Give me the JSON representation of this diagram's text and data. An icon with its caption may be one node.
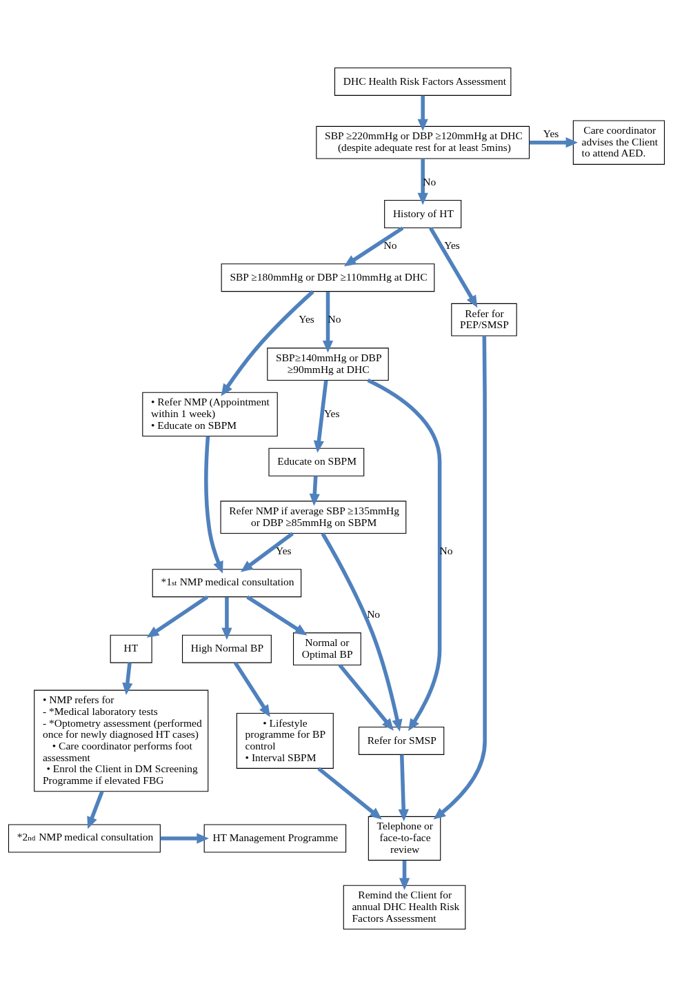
{
  "diagram": {
    "nodes": [
      {
        "text": [
          "DHC Health Risk Factors Assessment"
        ]
      },
      {
        "text": [
          "SBP ≥220mmHg or DBP ≥120mmHg at DHC",
          "(despite adequate rest for at least 5mins)"
        ]
      },
      {
        "text": [
          "Care coordinator advises the Client to attend AED."
        ]
      },
      {
        "text": [
          "History of HT"
        ]
      },
      {
        "text": [
          "SBP ≥180mmHg or DBP ≥110mmHg at DHC"
        ]
      },
      {
        "text": [
          "• Refer NMP (Appointment within 1 week)",
          "• Educate on SBPM"
        ]
      },
      {
        "text": [
          "SBP≥140mmHg or DBP ≥90mmHg at DHC"
        ]
      },
      {
        "text": [
          "Educate on SBPM"
        ]
      },
      {
        "text": [
          "Refer NMP if average SBP ≥135mmHg or DBP ≥85mmHg on SBPM"
        ]
      },
      {
        "text": [
          "*1$^{st}$ NMP medical consultation"
        ]
      },
      {
        "text": [
          "Refer for PEP/SMSP"
        ]
      },
      {
        "text": [
          "HT"
        ]
      },
      {
        "text": [
          "High Normal BP"
        ]
      },
      {
        "text": [
          "Normal or Optimal BP"
        ]
      },
      {
        "text": [
          "• NMP refers for",
          "- *Medical laboratory tests",
          "- *Optometry assessment (performed once for newly diagnosed HT cases)",
          "• Care coordinator performs foot assessment",
          "• Enrol the Client in DM Screening Programme if elevated FBG"
        ]
      },
      {
        "text": [
          "Refer for SMSP"
        ]
      },
      {
        "text": [
          "Telephone or face-to-face review"
        ]
      },
      {
        "text": [
          "• Lifestyle programme for BP control",
          "• Interval SBPM"
        ]
      },
      {
        "text": [
          "*2$^{nd}$ NMP medical consultation"
        ]
      },
      {
        "text": [
          "HT Management Programme"
        ]
      },
      {
        "text": [
          "Remind the Client for annual DHC Health Risk Factors Assessment"
        ]
      }
    ],
    "edges": [
      {
        "from": 0,
        "to": 1,
        "arrow": "to"
      },
      {
        "from": 1,
        "to": 2,
        "arrow": "to",
        "label": "Yes"
      },
      {
        "from": 1,
        "to": 3,
        "arrow": "to",
        "label": "No"
      },
      {
        "from": 3,
        "to": 4,
        "arrow": "to",
        "label": "No"
      },
      {
        "from": 3,
        "to": 10,
        "arrow": "to",
        "label": "Yes"
      },
      {
        "from": 4,
        "to": 5,
        "arrow": "to",
        "label": "Yes"
      },
      {
        "from": 4,
        "to": 6,
        "arrow": "to",
        "label": "No"
      },
      {
        "from": 6,
        "to": 7,
        "arrow": "to",
        "label": "Yes"
      },
      {
        "from": 6,
        "to": 15,
        "arrow": "to",
        "label": "No"
      },
      {
        "from": 7,
        "to": 8,
        "arrow": "to"
      },
      {
        "from": 8,
        "to": 9,
        "arrow": "to",
        "label": "Yes"
      },
      {
        "from": 8,
        "to": 15,
        "arrow": "to",
        "label": "No"
      },
      {
        "from": 5,
        "to": 9,
        "arrow": "to"
      },
      {
        "from": 9,
        "to": 11,
        "arrow": "to"
      },
      {
        "from": 9,
        "to": 12,
        "arrow": "to"
      },
      {
        "from": 9,
        "to": 13,
        "arrow": "to"
      },
      {
        "from": 11,
        "to": 14,
        "arrow": "to"
      },
      {
        "from": 12,
        "to": 17,
        "arrow": "to"
      },
      {
        "from": 13,
        "to": 15,
        "arrow": "to"
      },
      {
        "from": 15,
        "to": 16,
        "arrow": "to"
      },
      {
        "from": 17,
        "to": 16,
        "arrow": "to"
      },
      {
        "from": 10,
        "to": 16,
        "arrow": "to"
      },
      {
        "from": 16,
        "to": 20,
        "arrow": "to"
      },
      {
        "from": 14,
        "to": 18,
        "arrow": "to"
      },
      {
        "from": 18,
        "to": 19,
        "arrow": "to"
      }
    ]
  }
}
